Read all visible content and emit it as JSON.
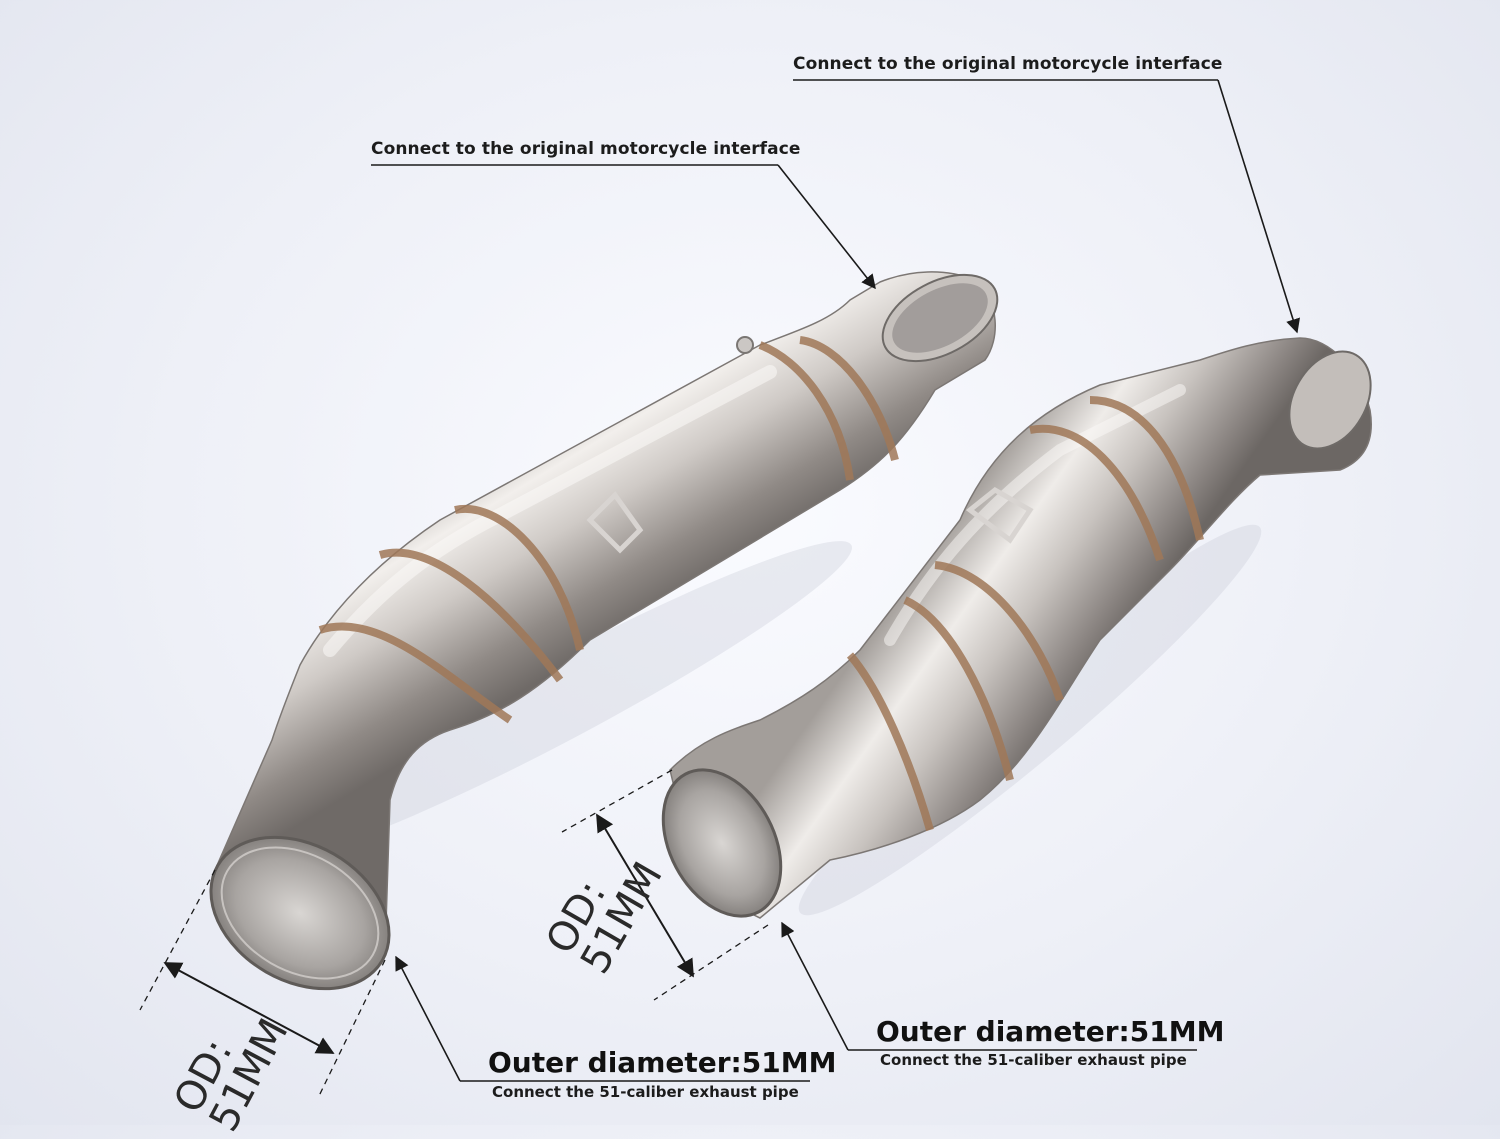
{
  "callouts": {
    "top_right": "Connect to the original motorcycle interface",
    "top_left": "Connect to the original motorcycle interface",
    "bottom_left_title": "Outer diameter:51MM",
    "bottom_left_sub": "Connect the 51-caliber exhaust pipe",
    "bottom_right_title": "Outer diameter:51MM",
    "bottom_right_sub": "Connect the 51-caliber exhaust pipe"
  },
  "dimension_labels": {
    "left_line1": "OD:",
    "left_line2": "51MM",
    "right_line1": "OD:",
    "right_line2": "51MM"
  },
  "colors": {
    "background": "#eef0f7",
    "steel_light": "#e9e6e3",
    "steel_dark": "#8e8a88",
    "weld": "#a07858",
    "text": "#111111"
  }
}
